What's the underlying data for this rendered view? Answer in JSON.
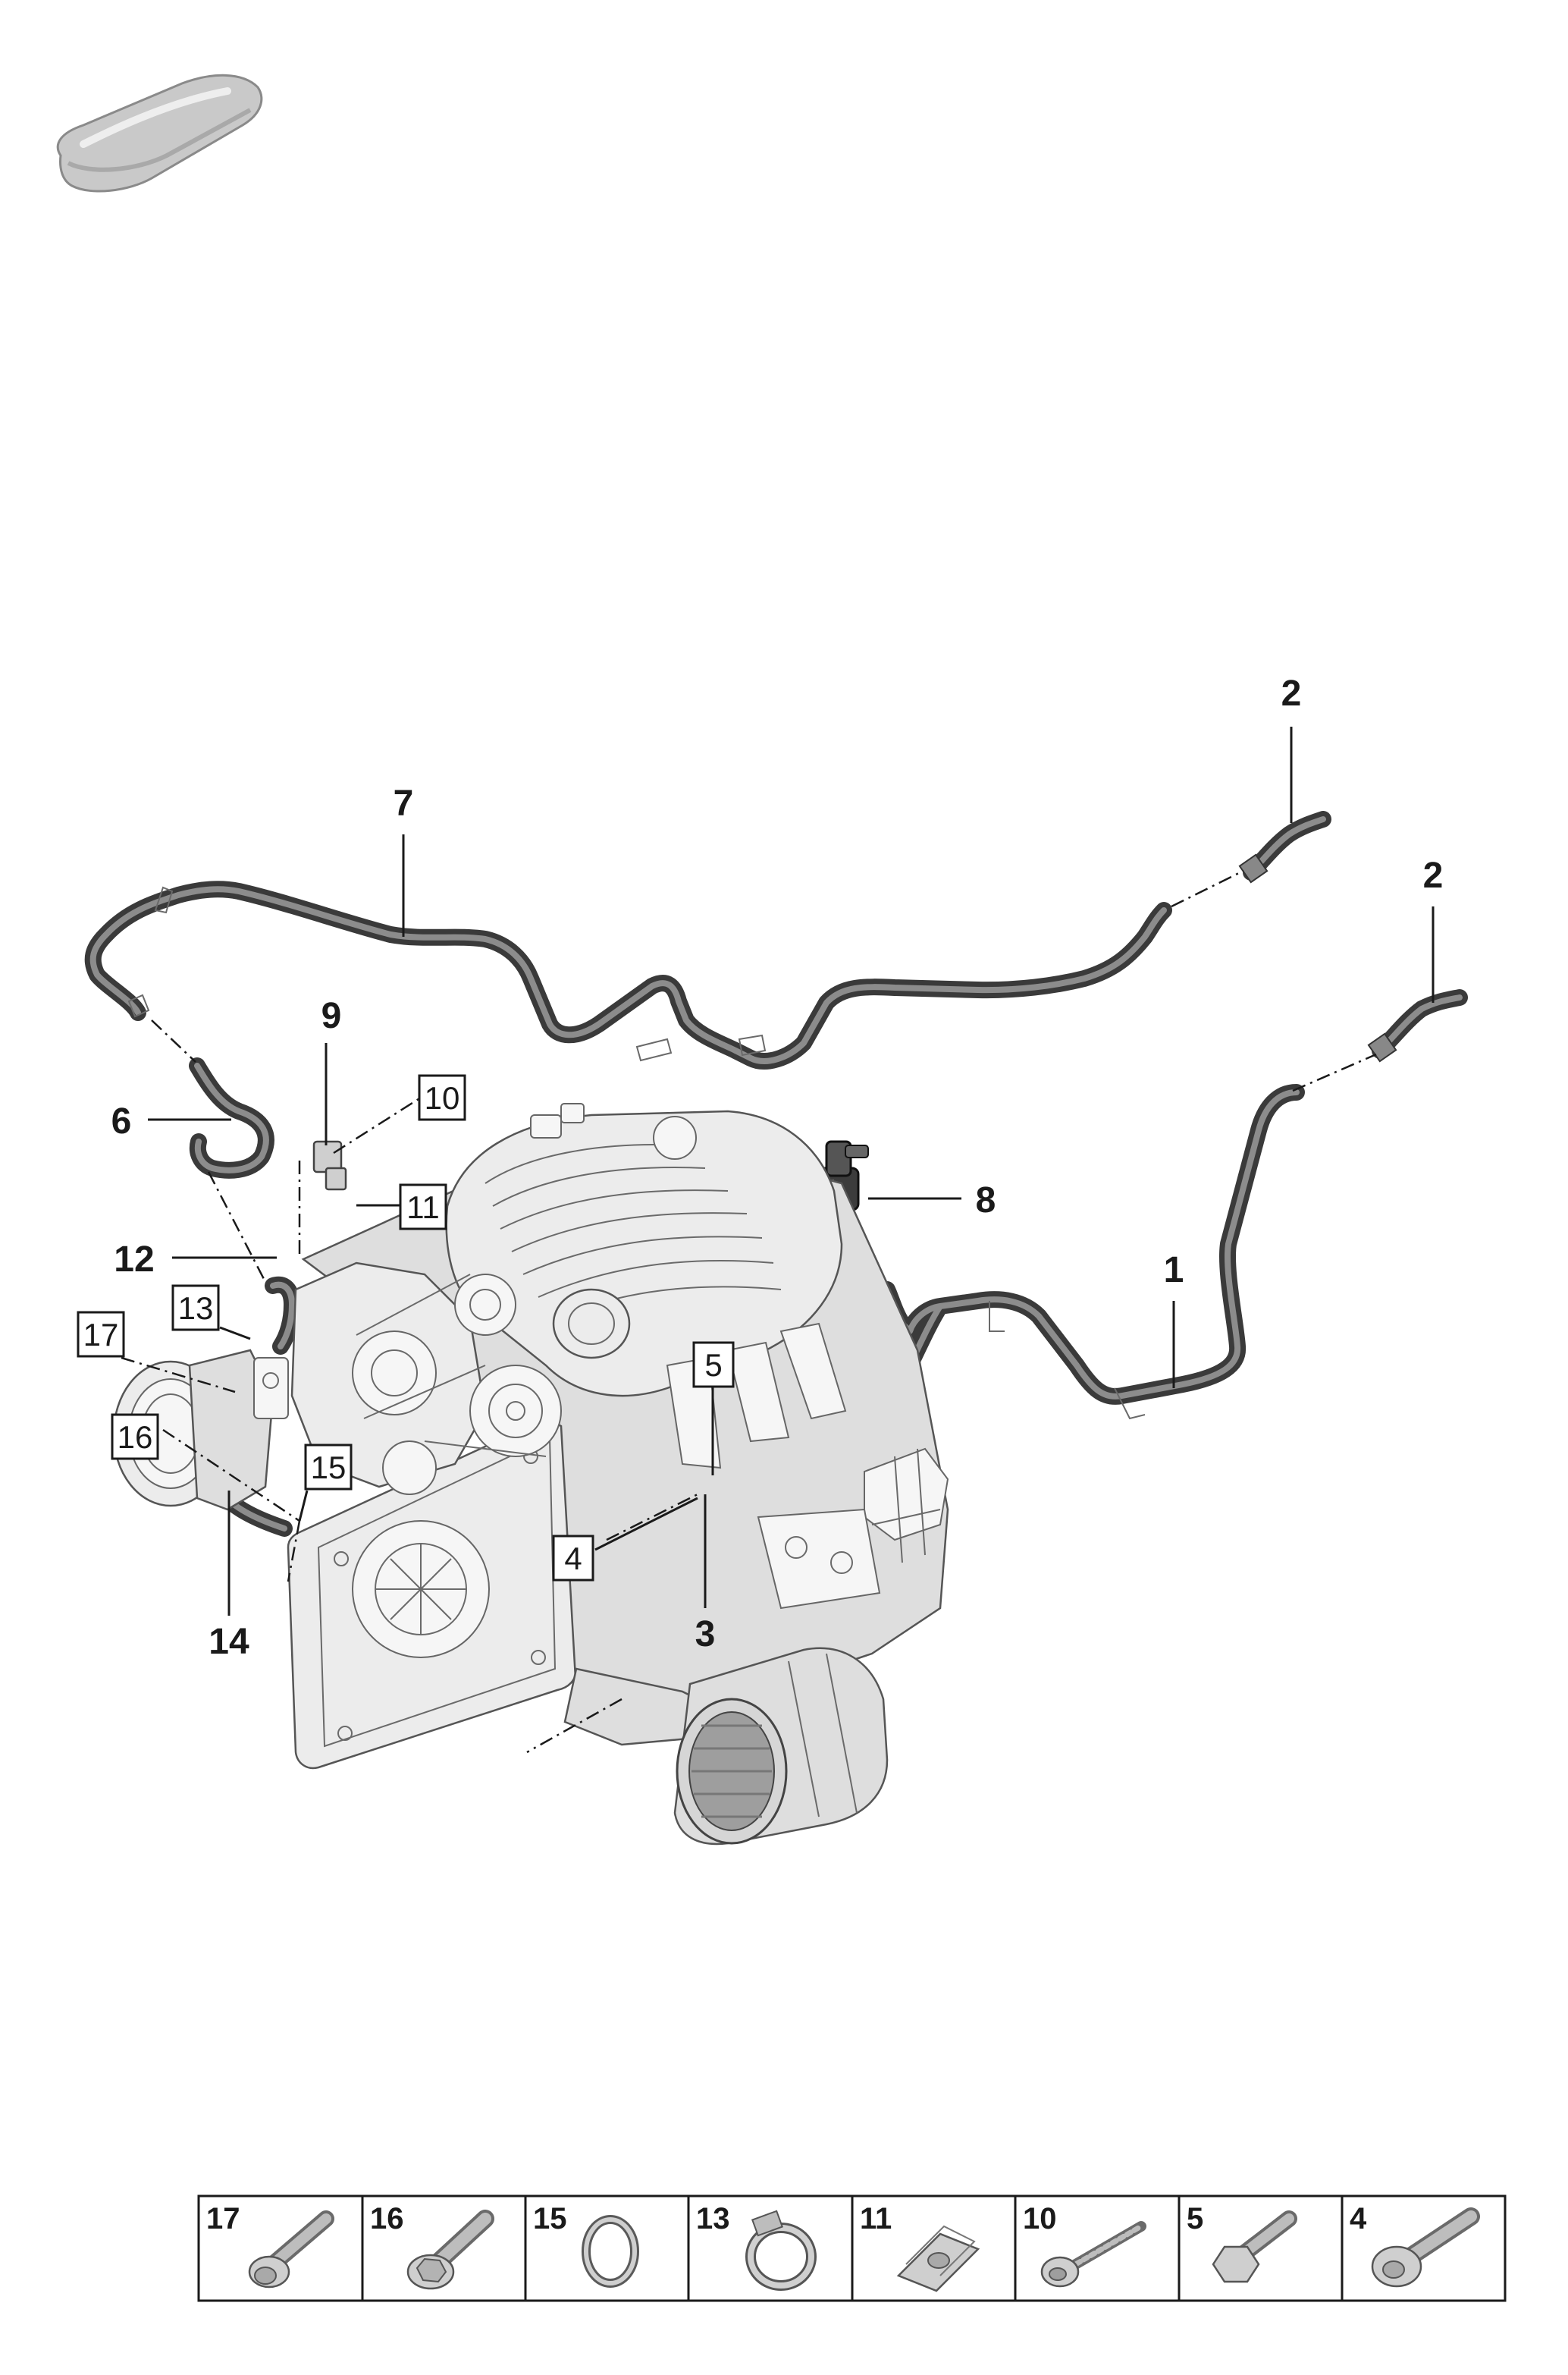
{
  "callouts": {
    "c1": "1",
    "c2a": "2",
    "c2b": "2",
    "c3": "3",
    "c6": "6",
    "c7": "7",
    "c8": "8",
    "c9": "9",
    "c12": "12",
    "c14": "14"
  },
  "boxed_callouts": {
    "b4": "4",
    "b5": "5",
    "b10": "10",
    "b11": "11",
    "b13": "13",
    "b15": "15",
    "b16": "16",
    "b17": "17"
  },
  "parts_table": [
    {
      "label": "17",
      "icon": "bolt-flange-icon"
    },
    {
      "label": "16",
      "icon": "bolt-hex-flange-icon"
    },
    {
      "label": "15",
      "icon": "o-ring-icon"
    },
    {
      "label": "13",
      "icon": "hose-clamp-icon"
    },
    {
      "label": "11",
      "icon": "clip-nut-icon"
    },
    {
      "label": "10",
      "icon": "self-tapping-screw-icon"
    },
    {
      "label": "5",
      "icon": "hex-bolt-icon"
    },
    {
      "label": "4",
      "icon": "torx-bolt-icon"
    }
  ],
  "colors": {
    "hose": "#3a3a3a",
    "engine": "#ececec",
    "line": "#1a1a1a"
  }
}
